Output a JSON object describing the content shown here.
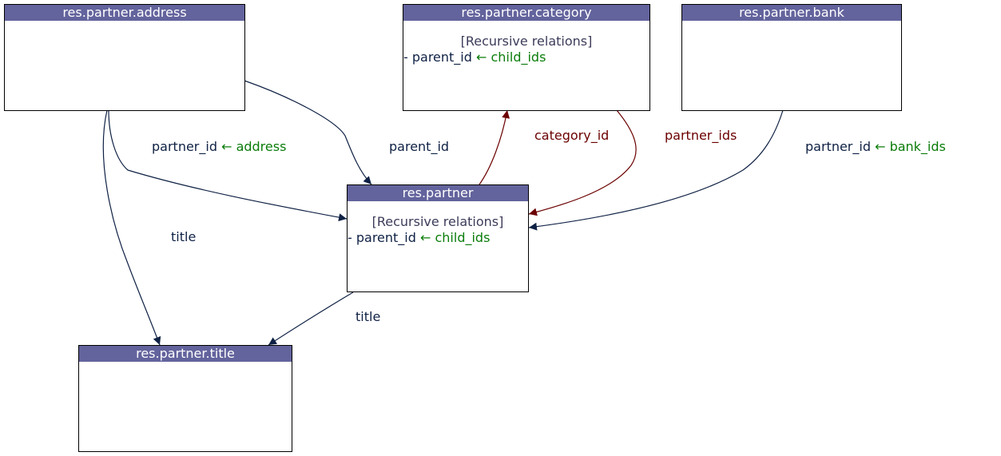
{
  "nodes": {
    "address": {
      "title": "res.partner.address"
    },
    "category": {
      "title": "res.partner.category",
      "recursive_heading": "[Recursive relations]",
      "rel_prefix": "- ",
      "rel_field": "parent_id",
      "rel_arrow": " ← ",
      "rel_child": "child_ids"
    },
    "bank": {
      "title": "res.partner.bank"
    },
    "partner": {
      "title": "res.partner",
      "recursive_heading": "[Recursive relations]",
      "rel_prefix": "- ",
      "rel_field": "parent_id",
      "rel_arrow": " ← ",
      "rel_child": "child_ids"
    },
    "title_node": {
      "title": "res.partner.title"
    }
  },
  "edge_labels": {
    "address_partner": {
      "field": "partner_id",
      "arrow": " ← ",
      "inverse": "address"
    },
    "parent": {
      "field": "parent_id"
    },
    "category_id": {
      "field": "category_id"
    },
    "partner_ids": {
      "field": "partner_ids"
    },
    "bank": {
      "field": "partner_id",
      "arrow": " ← ",
      "inverse": "bank_ids"
    },
    "address_title": {
      "field": "title"
    },
    "partner_title": {
      "field": "title"
    }
  },
  "colors": {
    "header": "#63639d",
    "edge": "#0f2144",
    "edge_red": "#6b0000",
    "inverse": "#0a7d0a"
  }
}
